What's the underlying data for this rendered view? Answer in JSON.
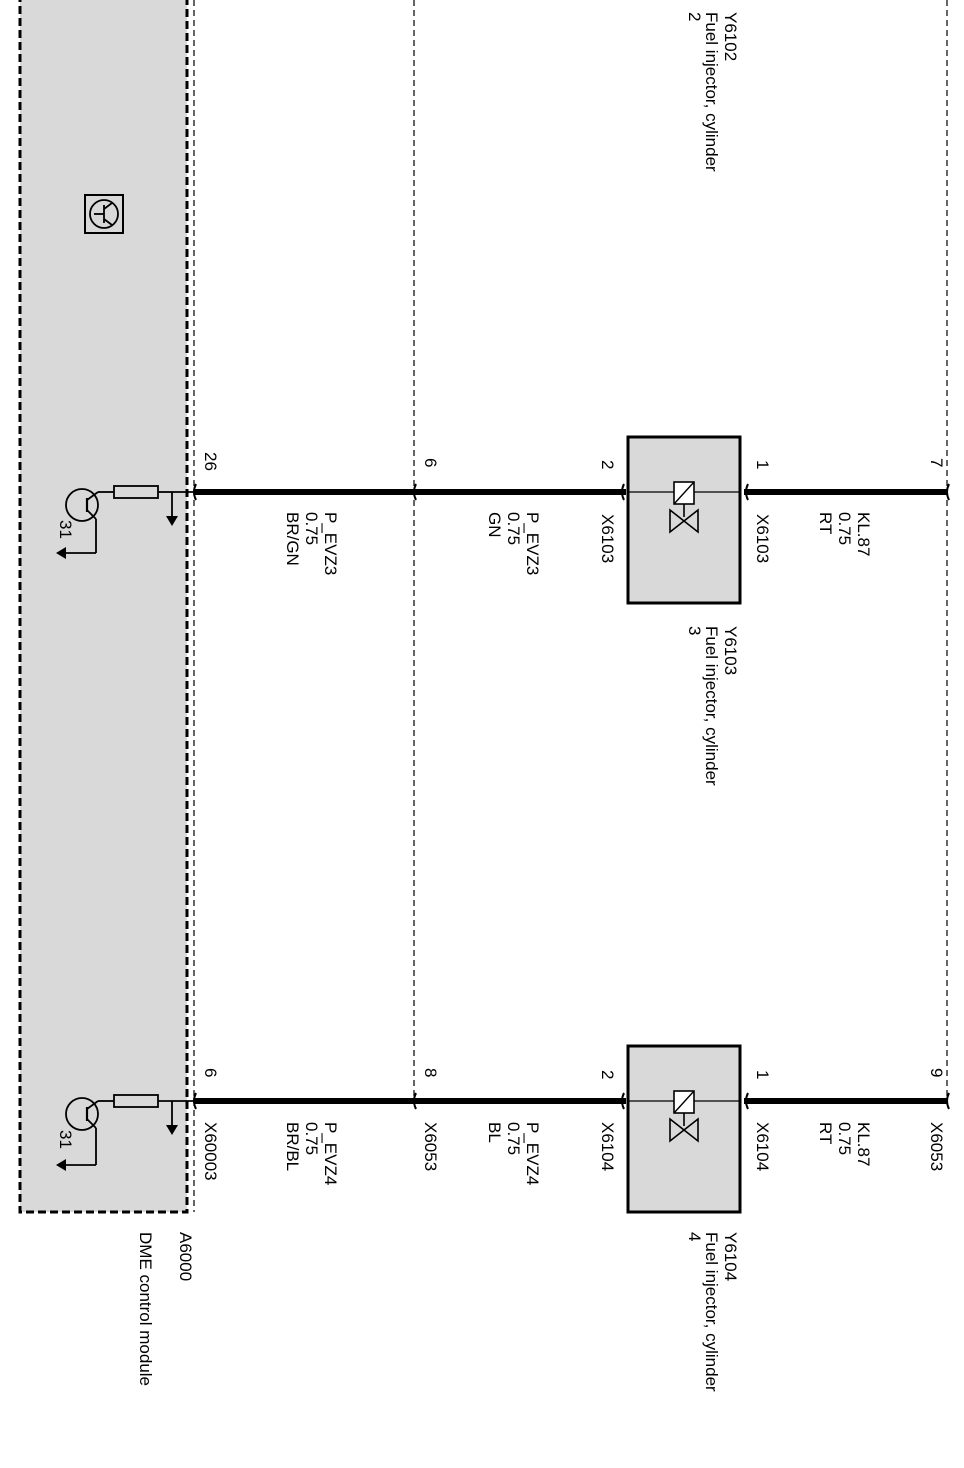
{
  "dme": {
    "id": "A6000",
    "name": "DME control module",
    "ground": "31"
  },
  "y6102": {
    "id": "Y6102",
    "name": "Fuel injector, cylinder",
    "num": "2"
  },
  "y6103": {
    "id": "Y6103",
    "name": "Fuel injector, cylinder",
    "num": "3"
  },
  "y6104": {
    "id": "Y6104",
    "name": "Fuel injector, cylinder",
    "num": "4"
  },
  "upper": {
    "dme_pin": "26",
    "mid_pin": "6",
    "inj_pin_low": "2",
    "inj_pin_high": "1",
    "top_pin": "7",
    "w1": {
      "signal": "P_EVZ3",
      "gauge": "0.75",
      "color": "BR/GN"
    },
    "w2": {
      "signal": "P_EVZ3",
      "gauge": "0.75",
      "color": "GN",
      "conn": "X6103"
    },
    "w3": {
      "signal": "KL.87",
      "gauge": "0.75",
      "color": "RT",
      "conn": "X6103"
    }
  },
  "lower": {
    "dme_pin": "6",
    "dme_conn": "X60003",
    "mid_pin": "8",
    "mid_conn": "X6053",
    "inj_pin_low": "2",
    "inj_pin_high": "1",
    "top_pin": "9",
    "top_conn": "X6053",
    "w1": {
      "signal": "P_EVZ4",
      "gauge": "0.75",
      "color": "BR/BL"
    },
    "w2": {
      "signal": "P_EVZ4",
      "gauge": "0.75",
      "color": "BL",
      "conn": "X6104"
    },
    "w3": {
      "signal": "KL.87",
      "gauge": "0.75",
      "color": "RT",
      "conn": "X6104"
    }
  }
}
